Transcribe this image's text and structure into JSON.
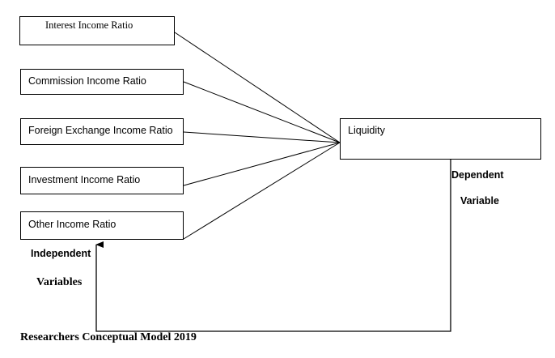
{
  "independent_boxes": [
    {
      "key": "interest",
      "label": "Interest Income Ratio"
    },
    {
      "key": "commission",
      "label": "Commission Income Ratio"
    },
    {
      "key": "foreign_exchange",
      "label": "Foreign Exchange Income Ratio"
    },
    {
      "key": "investment",
      "label": "Investment Income Ratio"
    },
    {
      "key": "other",
      "label": "Other Income Ratio"
    }
  ],
  "dependent_box": {
    "label": "Liquidity"
  },
  "labels": {
    "independent_line1": "Independent",
    "independent_line2": "Variables",
    "dependent_line1": "Dependent",
    "dependent_line2": "Variable"
  },
  "caption": "Researchers Conceptual Model 2019"
}
